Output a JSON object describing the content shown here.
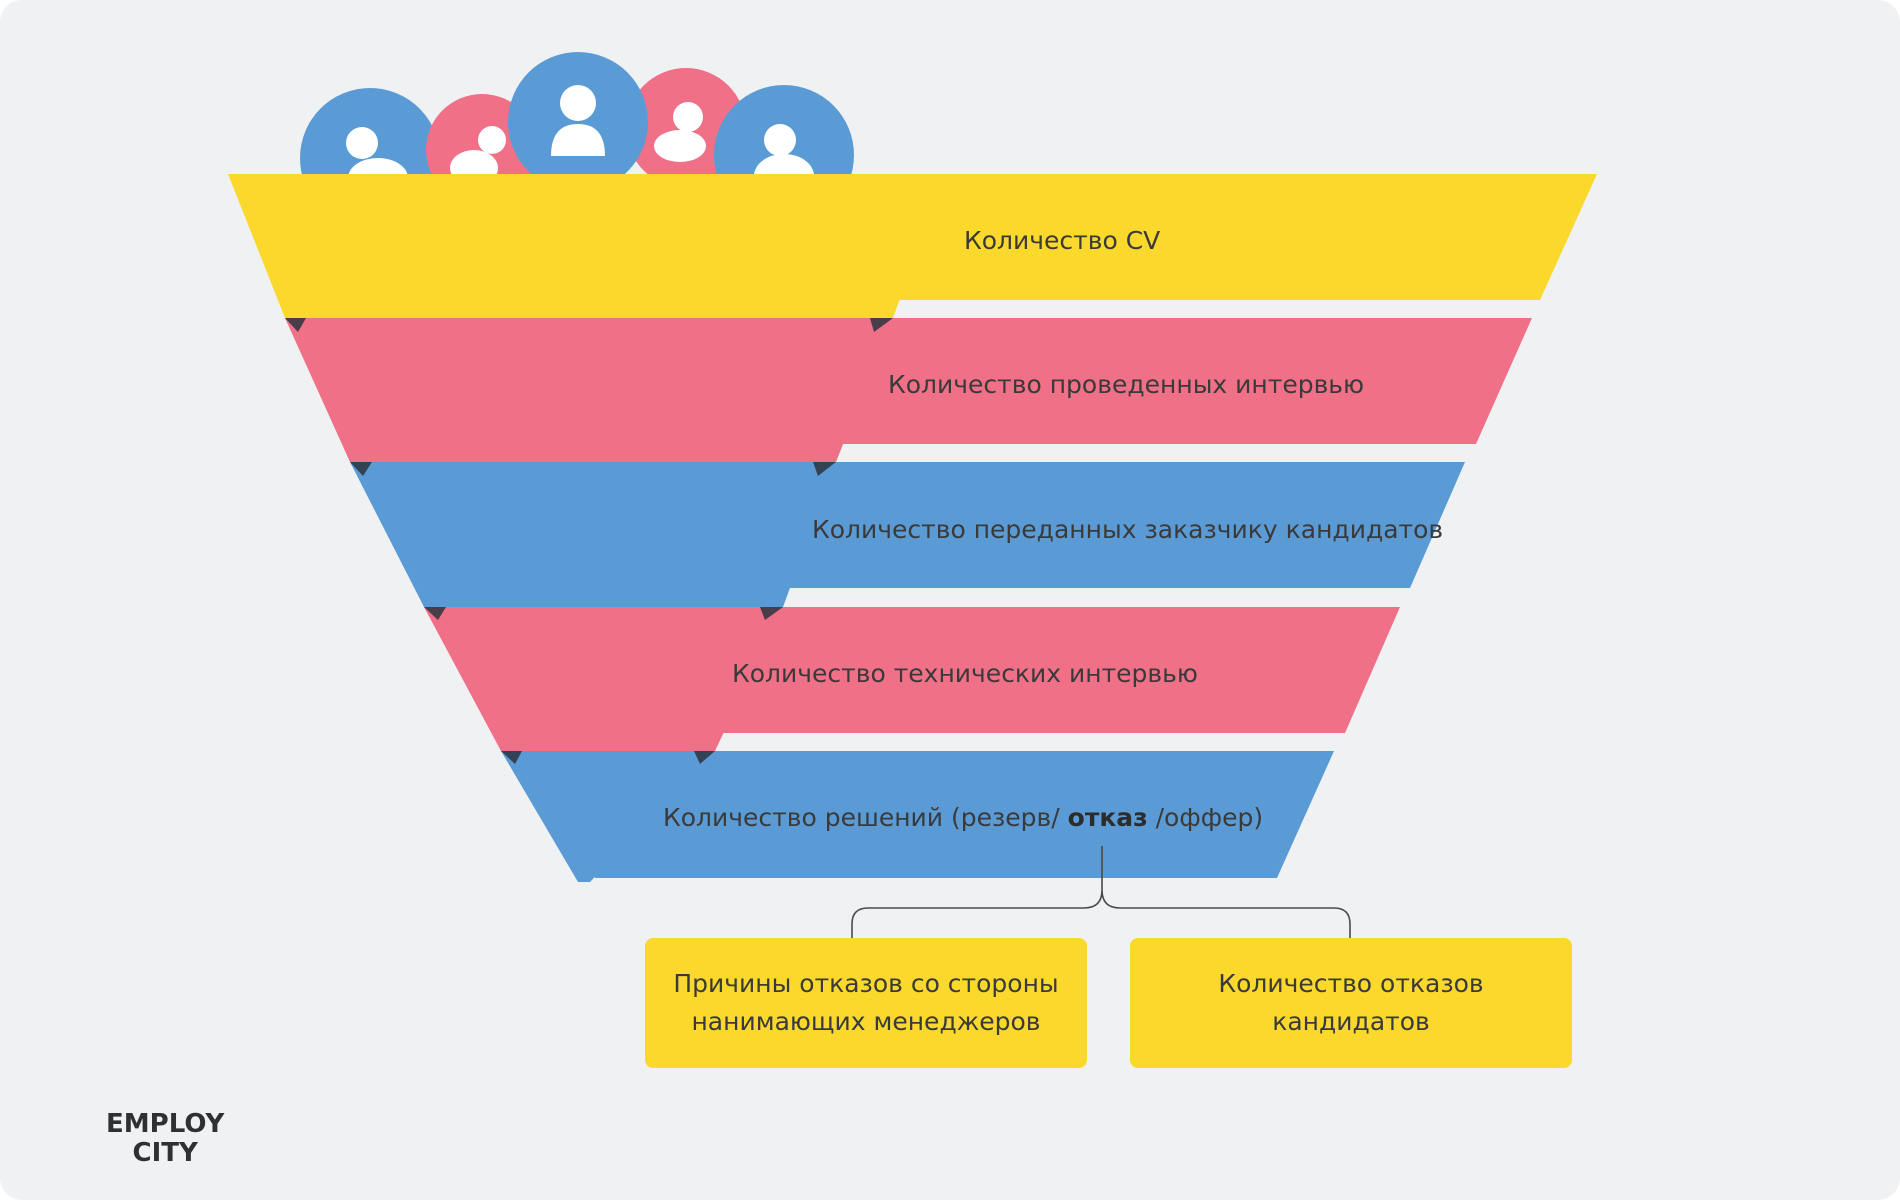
{
  "diagram": {
    "stages": [
      {
        "label": "Количество CV",
        "color": "#fbd92c"
      },
      {
        "label": "Количество проведенных интервью",
        "color": "#f07088"
      },
      {
        "label": "Количество переданных заказчику кандидатов",
        "color": "#5a9bd6"
      },
      {
        "label": "Количество технических интервью",
        "color": "#f07088"
      },
      {
        "label_before": "Количество решений (резерв/ ",
        "label_bold": "отказ",
        "label_after": " /оффер)",
        "color": "#5a9bd6"
      }
    ],
    "outcomes": [
      {
        "label_line1": "Причины отказов со стороны",
        "label_line2": "нанимающих менеджеров"
      },
      {
        "label": "Количество отказов кандидатов"
      }
    ],
    "people_icons": [
      "person-icon-blue",
      "person-icon-pink",
      "person-icon-blue",
      "person-icon-pink",
      "person-icon-blue"
    ]
  },
  "colors": {
    "background": "#f0f1f3",
    "yellow": "#fbd92c",
    "pink": "#f07088",
    "blue": "#5a9bd6",
    "text": "#3a3a3a"
  },
  "logo": {
    "line1": "EMPLOY",
    "line2": "CITY"
  }
}
